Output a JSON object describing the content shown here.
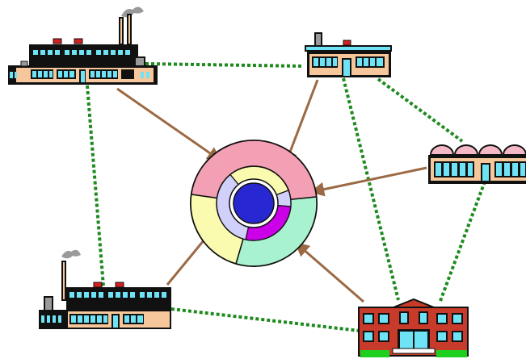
{
  "colors": {
    "background": "#ffffff",
    "link_dotted": "#1f8a1f",
    "arrow": "#9b6a45",
    "ring_pink": "#f4a0b4",
    "ring_teal": "#a8f2cf",
    "ring_yellow": "#fbfbb0",
    "ring_lavender": "#d0d0fb",
    "inner_magenta": "#cc00e8",
    "core_blue": "#2828d2",
    "building_dark": "#111111",
    "building_body": "#f6c79a",
    "window": "#6fe3f6",
    "roof_red": "#d42020",
    "chimney_smoke": "#9a9a9a",
    "brick_red": "#c83a2a",
    "grass": "#1ed01e",
    "dome_pink": "#f4b8c6"
  },
  "nodes": [
    {
      "id": "factory-large-top-left",
      "icon": "factory-icon"
    },
    {
      "id": "factory-small-top-right",
      "icon": "factory-icon"
    },
    {
      "id": "factory-domed-right",
      "icon": "warehouse-icon"
    },
    {
      "id": "factory-bottom-left",
      "icon": "factory-icon"
    },
    {
      "id": "school-bottom-right",
      "icon": "school-icon"
    }
  ],
  "hub": {
    "icon": "circular-hub-icon"
  }
}
